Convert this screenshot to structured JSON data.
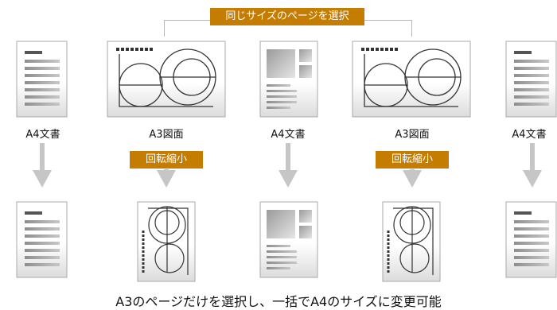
{
  "title": "同じサイズのページを選択",
  "rotate_label": "回転縮小",
  "caption": "A3のページだけを選択し、一括でA4のサイズに変更可能",
  "page_labels": [
    "A4文書",
    "A3図面",
    "A4文書",
    "A3図面",
    "A4文書"
  ],
  "colors": {
    "accent": "#c47d00",
    "arrow": "#c6c6c6",
    "bar": "#b0b0b0",
    "dark_bar": "#555555",
    "frame": "#a8a8a8"
  }
}
